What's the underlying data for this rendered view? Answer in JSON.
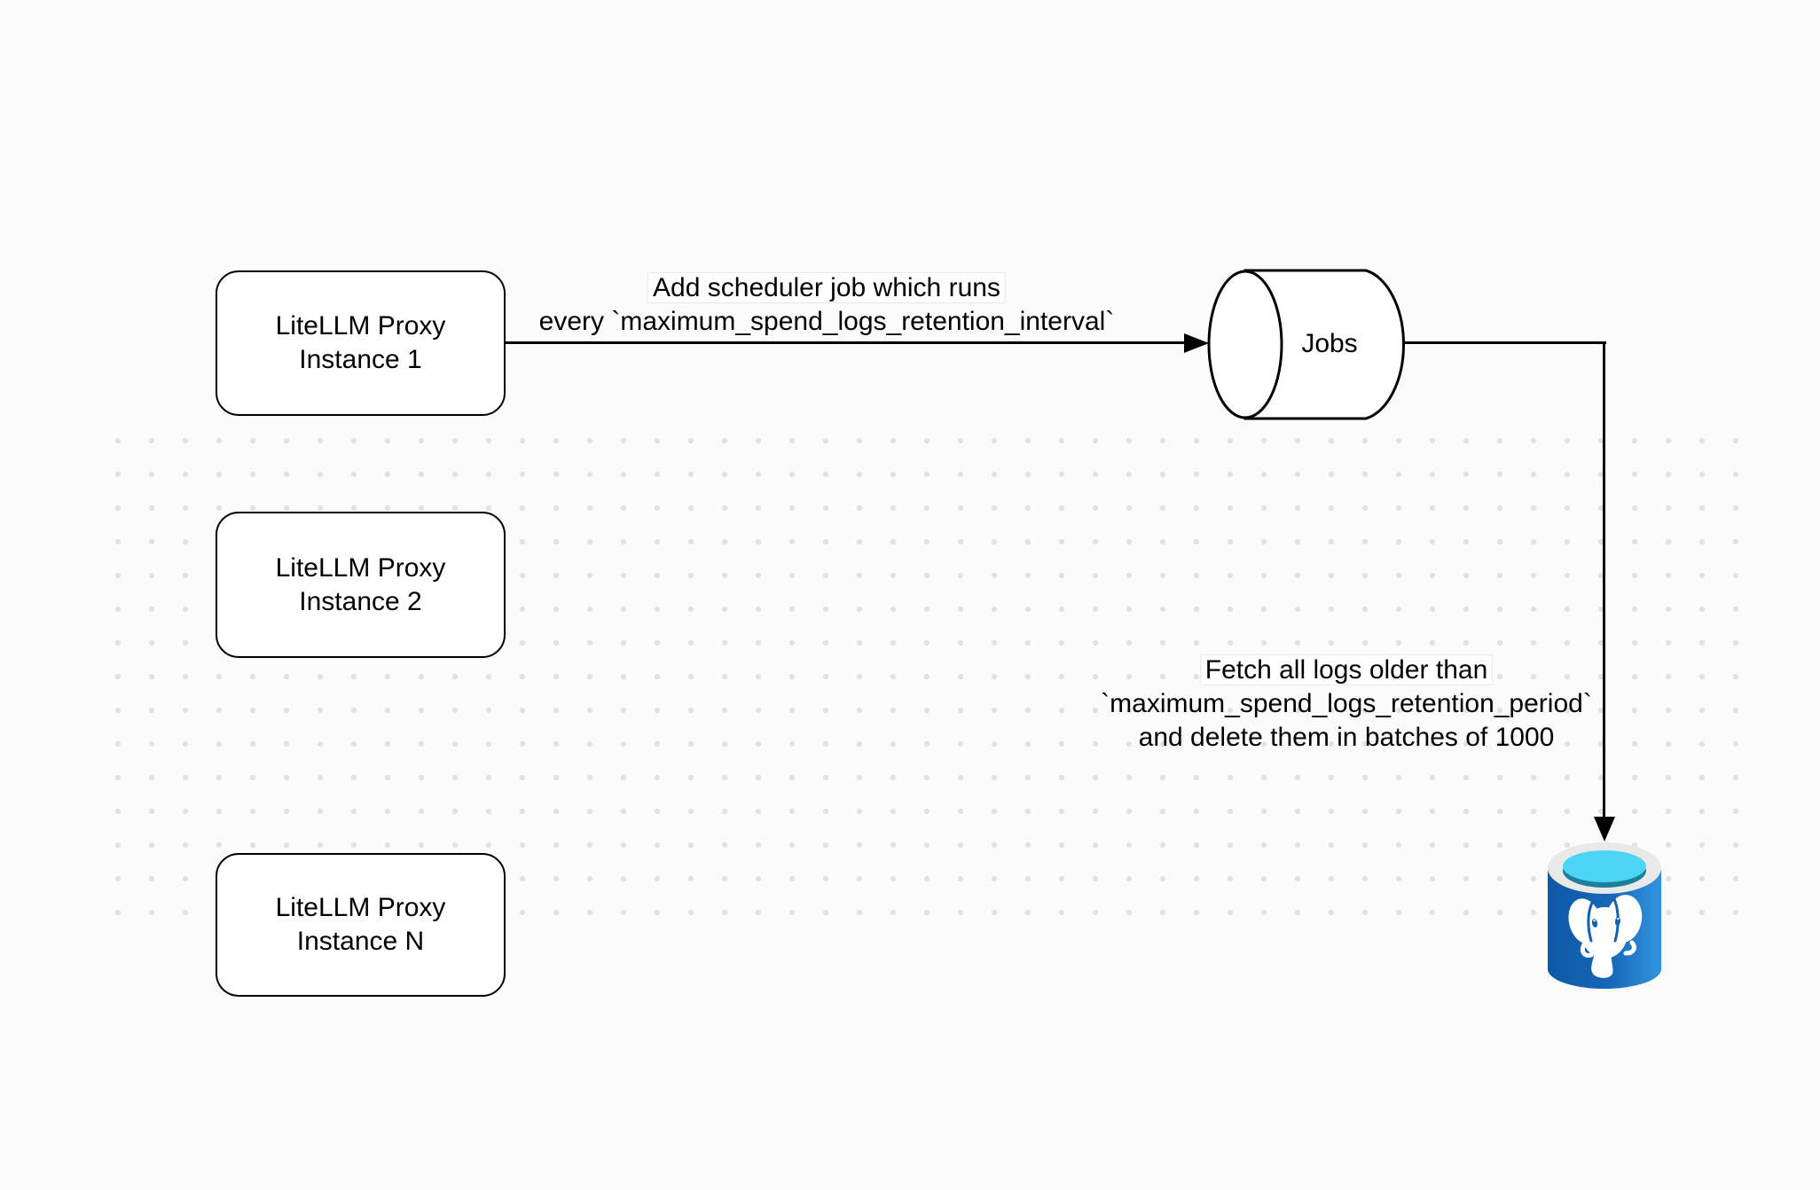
{
  "diagram": {
    "title": "LiteLLM spend logs cleanup scheduler diagram",
    "nodes": {
      "instance1": {
        "line1": "LiteLLM Proxy",
        "line2": "Instance 1"
      },
      "instance2": {
        "line1": "LiteLLM Proxy",
        "line2": "Instance 2"
      },
      "instanceN": {
        "line1": "LiteLLM Proxy",
        "line2": "Instance N"
      },
      "jobs": {
        "label": "Jobs",
        "shape": "horizontal-cylinder-queue"
      },
      "postgres": {
        "icon": "postgresql-elephant-database-icon"
      }
    },
    "edges": {
      "schedule": {
        "from": "instance1",
        "to": "jobs",
        "label_line1": "Add scheduler job which runs",
        "label_line2": "every `maximum_spend_logs_retention_interval`"
      },
      "cleanup": {
        "from": "jobs",
        "to": "postgres",
        "label_line1": "Fetch all logs older than",
        "label_line2": "`maximum_spend_logs_retention_period`",
        "label_line3": "and delete them in batches of 1000"
      }
    },
    "colors": {
      "canvas_background": "#fbfbfb",
      "dot_grid": "#e2e2e2",
      "shape_fill": "#ffffff",
      "stroke": "#000000",
      "postgres_blue_dark": "#0c59a6",
      "postgres_blue": "#1668b8",
      "postgres_blue_light": "#2f90da",
      "postgres_rim": "#e9e9e9",
      "postgres_cyan": "#4cd4f5",
      "postgres_teal": "#1d7e9e"
    }
  }
}
